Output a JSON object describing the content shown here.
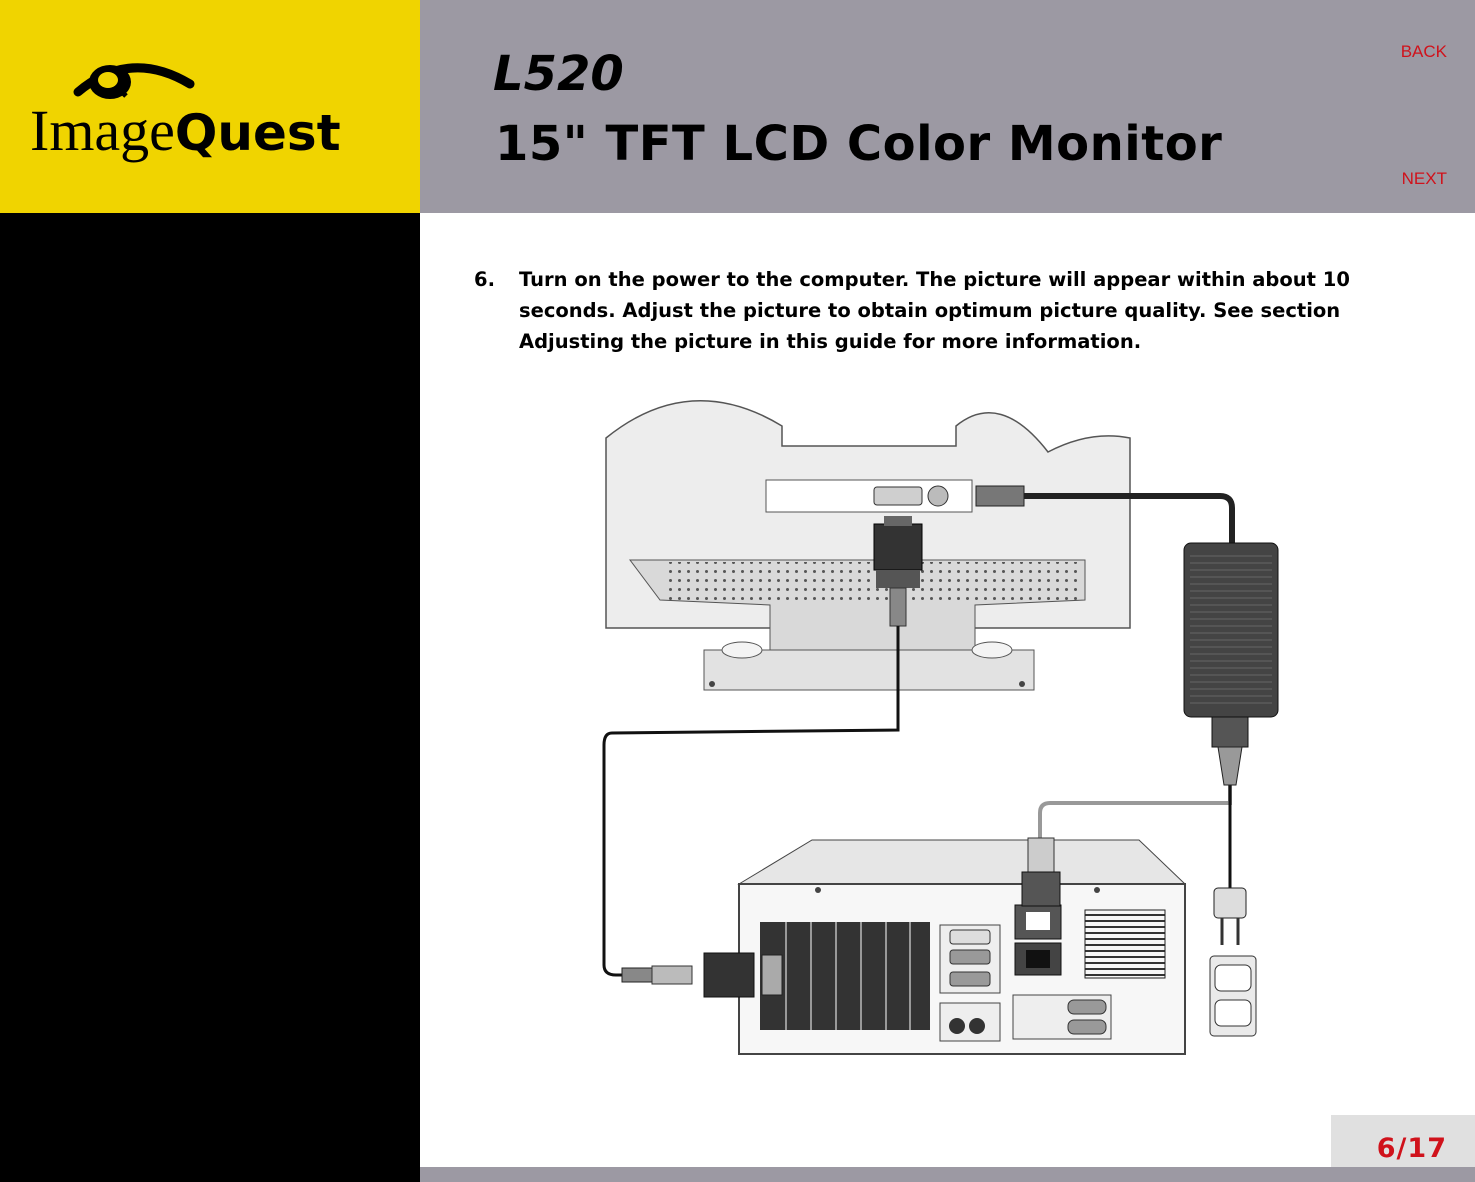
{
  "logo": {
    "text_regular": "Image",
    "text_bold": "Quest"
  },
  "header": {
    "model": "L520",
    "subtitle": "15\" TFT LCD Color Monitor",
    "back_label": "BACK",
    "next_label": "NEXT"
  },
  "instruction": {
    "number": "6.",
    "text": "Turn on the power to the computer. The picture will appear within about 10 seconds. Adjust the picture to obtain optimum picture quality. See section Adjusting the picture in this guide for more information."
  },
  "footer": {
    "page": "6/17"
  },
  "colors": {
    "logo_yellow": "#f0d400",
    "header_gray": "#9c99a3",
    "accent_red": "#d0121b"
  },
  "diagram": {
    "type": "connection-illustration",
    "components": [
      "monitor-rear",
      "power-adapter",
      "computer-rear",
      "wall-outlet",
      "signal-cable",
      "power-cords"
    ]
  }
}
